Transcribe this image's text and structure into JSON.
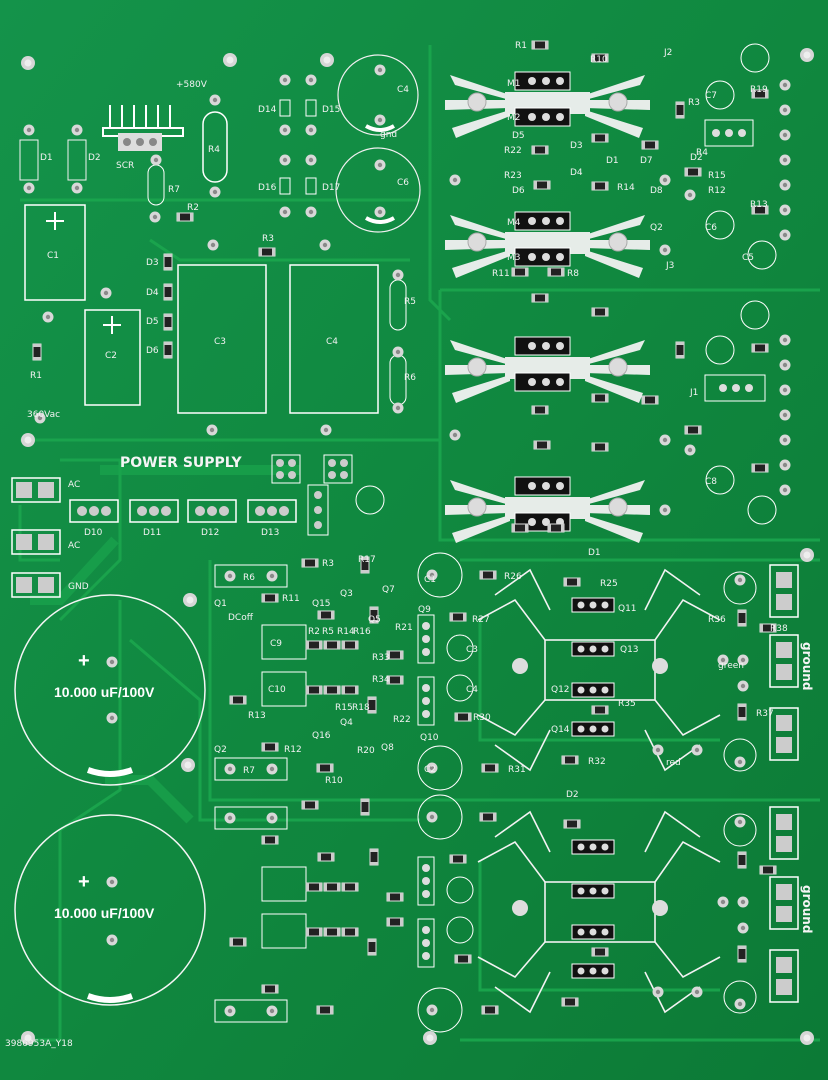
{
  "board": {
    "colors": {
      "substrate": "#0f8a3a",
      "trace": "#1aa04a",
      "silk": "#f2f2f2",
      "pad": "#cfcfcf",
      "edge": "#0a6e2c",
      "background": "#2a2a2a"
    },
    "power_supply_title": "POWER SUPPLY",
    "voltage_label": "360Vac",
    "voltage_top_label": "+580V",
    "scr_label": "SCR",
    "gnd_label": "gnd",
    "ac1_label": "AC",
    "ac2_label": "AC",
    "gnd_term_label": "GND",
    "serial": "3986953A_Y18",
    "big_cap1": {
      "plus": "+",
      "value": "10.000 uF/100V"
    },
    "big_cap2": {
      "plus": "+",
      "value": "10.000 uF/100V"
    },
    "ground_label_1": "ground",
    "ground_label_2": "ground",
    "green_label": "green",
    "red_label": "red",
    "dcoff_label": "DCoff"
  },
  "power_labels": [
    "D1",
    "D2",
    "C1",
    "C2",
    "R1",
    "R7",
    "R2",
    "R3",
    "R4",
    "R5",
    "R6",
    "D3",
    "D4",
    "D5",
    "D6",
    "C3",
    "C4",
    "D14",
    "D15",
    "D16",
    "D17",
    "C4",
    "C6",
    "D10",
    "D11",
    "D12",
    "D13"
  ],
  "amp_labels": [
    "R6",
    "R3",
    "R11",
    "R17",
    "Q1",
    "Q15",
    "Q7",
    "Q3",
    "Q5",
    "R21",
    "Q9",
    "C1",
    "R26",
    "R25",
    "D1",
    "Q11",
    "C9",
    "R2",
    "R5",
    "R14",
    "R16",
    "R33",
    "Q13",
    "C10",
    "R15",
    "R18",
    "R34",
    "R13",
    "R22",
    "Q10",
    "R30",
    "Q12",
    "Q14",
    "R35",
    "Q16",
    "Q4",
    "Q8",
    "Q2",
    "R12",
    "R20",
    "R7",
    "R10",
    "R31",
    "R32",
    "D2",
    "C2",
    "R36",
    "R38",
    "R37",
    "R27",
    "C3",
    "C4"
  ],
  "hv_labels": [
    "R1",
    "R10",
    "M1",
    "M2",
    "M3",
    "M4",
    "D5",
    "D3",
    "D1",
    "D7",
    "D6",
    "D4",
    "D8",
    "D2",
    "R22",
    "R23",
    "R14",
    "R15",
    "R11",
    "R8",
    "R12",
    "R13",
    "C5",
    "C6",
    "C7",
    "C8",
    "J1",
    "J2",
    "J3",
    "Q2",
    "R3",
    "R4",
    "R19"
  ]
}
